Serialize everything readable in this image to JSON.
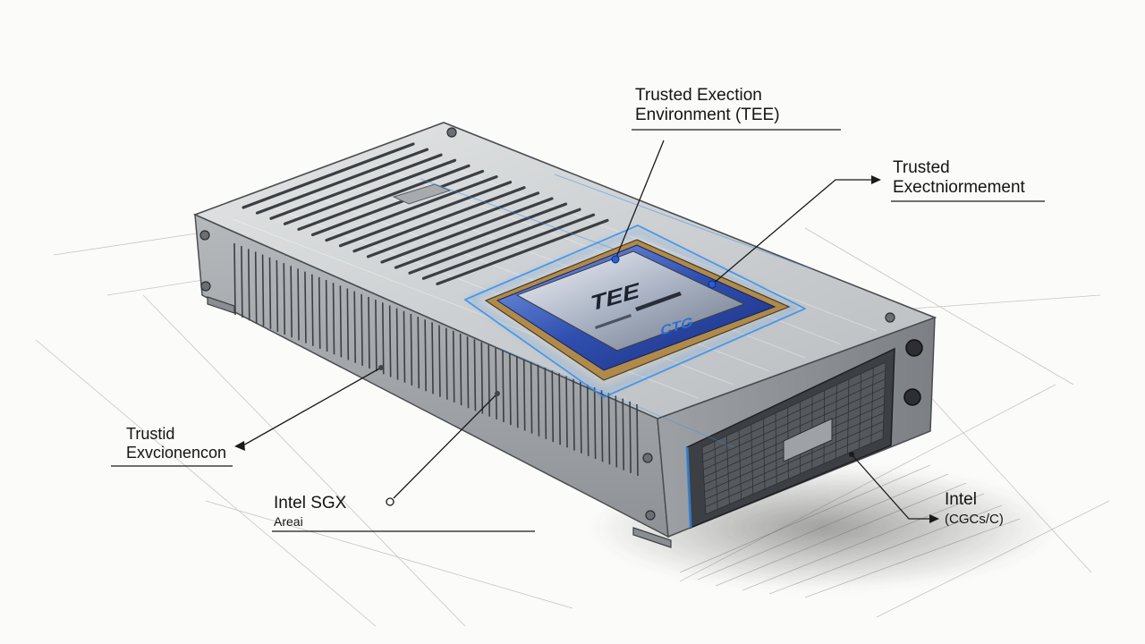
{
  "labels": {
    "tee_top": {
      "line1": "Trusted Exection",
      "line2": "Environment (TEE)"
    },
    "trusted_right": {
      "line1": "Trusted",
      "line2": "Exectniormement"
    },
    "trustid_left": {
      "line1": "Trustid",
      "line2": "Exvcionencon"
    },
    "intel_sgx": {
      "line1": "Intel SGX",
      "line2": "Areai"
    },
    "intel_right": {
      "line1": "Intel",
      "line2": "(CGCs/C)"
    }
  },
  "chip": {
    "marking_large": "TEE",
    "marking_small": "CTG"
  },
  "colors": {
    "glow": "#3a8ee8",
    "chip_core": "#2f4fb0",
    "chip_rim": "#b08a4a",
    "metal": "#c9cbcd",
    "ink": "#141414"
  }
}
